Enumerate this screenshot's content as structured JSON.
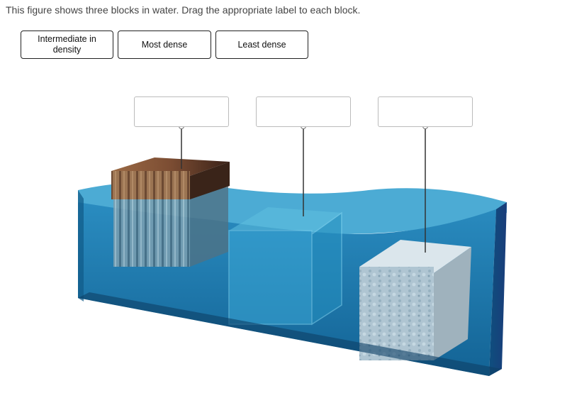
{
  "prompt": "This figure shows three blocks in water. Drag the appropriate label to each block.",
  "labels": [
    {
      "text": "Intermediate in density"
    },
    {
      "text": "Most dense"
    },
    {
      "text": "Least dense"
    }
  ],
  "drop_targets": [
    {
      "block": "wood block",
      "value": ""
    },
    {
      "block": "transparent block",
      "value": ""
    },
    {
      "block": "stone block",
      "value": ""
    }
  ],
  "colors": {
    "water": "#1a6fa0",
    "water_dark": "#0f4f7a",
    "wood": "#8b5a3a",
    "stone": "#c9d6dc"
  }
}
